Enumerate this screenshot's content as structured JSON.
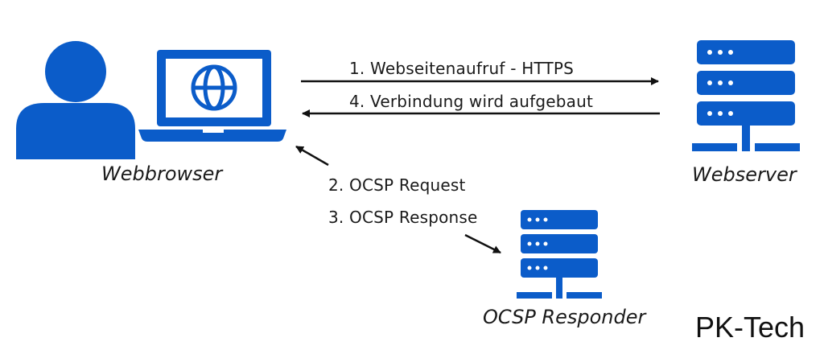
{
  "colors": {
    "primary": "#0b5cc9",
    "text": "#1a1a1a",
    "background": "#ffffff"
  },
  "nodes": {
    "client": {
      "label": "Webbrowser",
      "icons": [
        "user-icon",
        "laptop-icon",
        "globe-icon"
      ]
    },
    "server": {
      "label": "Webserver",
      "icon": "server-icon"
    },
    "responder": {
      "label": "OCSP Responder",
      "icon": "server-icon"
    }
  },
  "steps": [
    {
      "number": "1.",
      "text": "Webseitenaufruf - HTTPS"
    },
    {
      "number": "2.",
      "text": "OCSP Request"
    },
    {
      "number": "3.",
      "text": "OCSP Response"
    },
    {
      "number": "4.",
      "text": "Verbindung wird aufgebaut"
    }
  ],
  "watermark": "PK-Tech"
}
